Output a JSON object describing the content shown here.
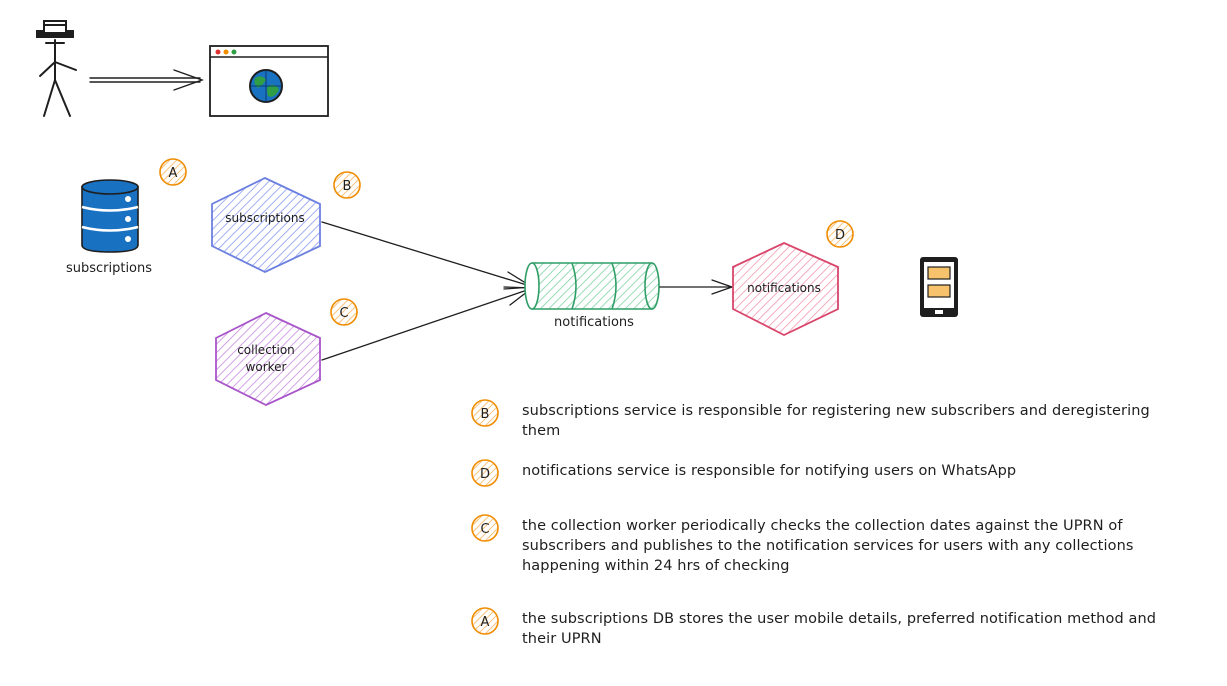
{
  "nodes": {
    "db": {
      "label": "subscriptions",
      "badge": "A",
      "icon": "database-icon"
    },
    "subscriptions_service": {
      "label": "subscriptions",
      "badge": "B",
      "color": "#6b7fe0",
      "fill": "#c9d2ff"
    },
    "collection_worker": {
      "label_line1": "collection",
      "label_line2": "worker",
      "badge": "C",
      "color": "#a855c9",
      "fill": "#e3c4f0"
    },
    "queue": {
      "label": "notifications",
      "color": "#2f9e66",
      "fill": "#c8f0d8"
    },
    "notifications_service": {
      "label": "notifications",
      "badge": "D",
      "color": "#d9466b",
      "fill": "#ffc9d6"
    },
    "user": {
      "icon": "stick-figure-icon"
    },
    "browser": {
      "icon": "browser-window-icon"
    },
    "phone": {
      "icon": "mobile-phone-icon"
    }
  },
  "badge_color": "#f08c00",
  "notes": [
    {
      "badge": "B",
      "text": "subscriptions service is responsible for registering new subscribers and deregistering them"
    },
    {
      "badge": "D",
      "text": "notifications service is responsible for notifying users on WhatsApp"
    },
    {
      "badge": "C",
      "text": "the collection worker periodically checks the collection dates against the UPRN of subscribers and publishes to the notification services for users with any collections happening within 24 hrs of checking"
    },
    {
      "badge": "A",
      "text": "the subscriptions DB stores the user mobile details, preferred notification method and their UPRN"
    }
  ]
}
